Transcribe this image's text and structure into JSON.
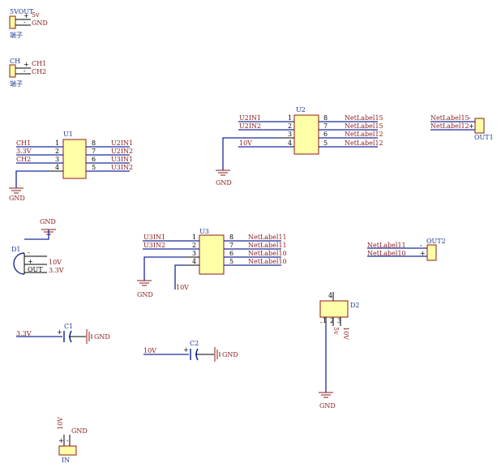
{
  "j_5vout": {
    "designator": "5VOUT",
    "pin_plus": "+",
    "pin_minus": "-",
    "net_plus": "5v",
    "net_minus": "GND",
    "value": "端子"
  },
  "j_ch": {
    "designator": "CH",
    "pin_plus": "+",
    "pin_minus": "-",
    "net_plus": "CH1",
    "net_minus": "CH2",
    "value": "端子"
  },
  "u1": {
    "designator": "U1",
    "left_pins": [
      "1",
      "2",
      "3",
      "4"
    ],
    "right_pins": [
      "8",
      "7",
      "6",
      "5"
    ],
    "left_nets": [
      "CH1",
      "3.3V",
      "CH2",
      ""
    ],
    "right_nets": [
      "U2IN1",
      "U2IN2",
      "U3IN1",
      "U3IN2"
    ],
    "gnd": "GND"
  },
  "u2": {
    "designator": "U2",
    "left_pins": [
      "1",
      "2",
      "3",
      "4"
    ],
    "right_pins": [
      "8",
      "7",
      "6",
      "5"
    ],
    "left_nets": [
      "U2IN1",
      "U2IN2",
      "",
      "10V"
    ],
    "right_nets": [
      "NetLabel15",
      "NetLabel15",
      "NetLabel12",
      "NetLabel12"
    ],
    "gnd": "GND"
  },
  "u3": {
    "designator": "U3",
    "left_pins": [
      "1",
      "2",
      "3",
      "4"
    ],
    "right_pins": [
      "8",
      "7",
      "6",
      "5"
    ],
    "left_nets": [
      "U3IN1",
      "U3IN2",
      "",
      ""
    ],
    "right_nets": [
      "NetLabel11",
      "NetLabel11",
      "NetLabel10",
      "NetLabel10"
    ],
    "gnd": "GND",
    "v10": "10V"
  },
  "out1": {
    "designator": "OUT1",
    "nets": [
      "NetLabel15",
      "NetLabel12"
    ],
    "pins": [
      "-",
      "+"
    ]
  },
  "out2": {
    "designator": "OUT2",
    "nets": [
      "NetLabel11",
      "NetLabel10"
    ],
    "pins": [
      "-",
      "+"
    ]
  },
  "d1": {
    "designator": "D1",
    "gnd": "GND",
    "pin_minus": "-",
    "pin_plus": "+",
    "pin_out": "OUT",
    "net_plus": "10V",
    "net_out": "3.3V"
  },
  "d2": {
    "designator": "D2",
    "pin_top": "4",
    "pins_bottom": [
      "1",
      "2",
      "3"
    ],
    "pin_minus": "-",
    "net_5v": "5v",
    "net_10v": "10V",
    "gnd": "GND"
  },
  "c1": {
    "designator": "C1",
    "net_left": "3.3V",
    "net_right": "GND",
    "pin_plus": "+"
  },
  "c2": {
    "designator": "C2",
    "net_left": "10V",
    "net_right": "GND",
    "pin_plus": "+"
  },
  "j_in": {
    "designator": "IN",
    "net_plus": "10V",
    "net_gnd": "GND",
    "pin_plus": "+",
    "pin_minus": "-"
  }
}
